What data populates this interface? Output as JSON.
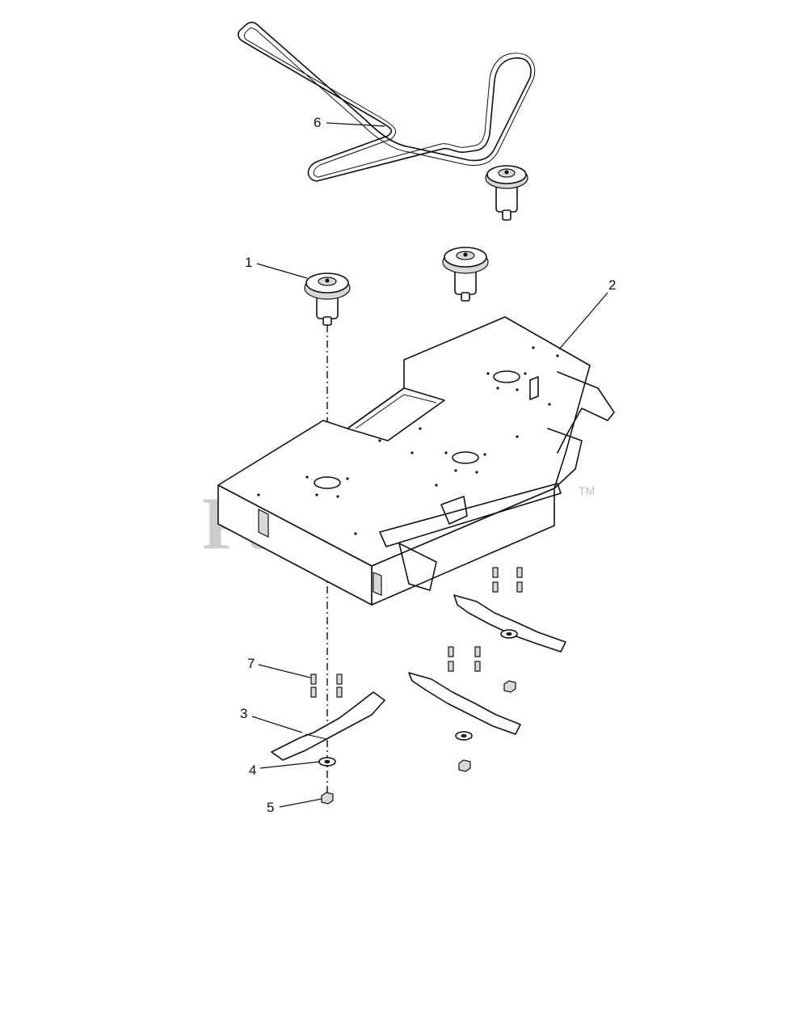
{
  "watermark": {
    "brand": "PartsTree",
    "trademark": "TM"
  },
  "callouts": [
    {
      "id": "1",
      "text": "1"
    },
    {
      "id": "2",
      "text": "2"
    },
    {
      "id": "3",
      "text": "3"
    },
    {
      "id": "4",
      "text": "4"
    },
    {
      "id": "5",
      "text": "5"
    },
    {
      "id": "6",
      "text": "6"
    },
    {
      "id": "7",
      "text": "7"
    }
  ]
}
